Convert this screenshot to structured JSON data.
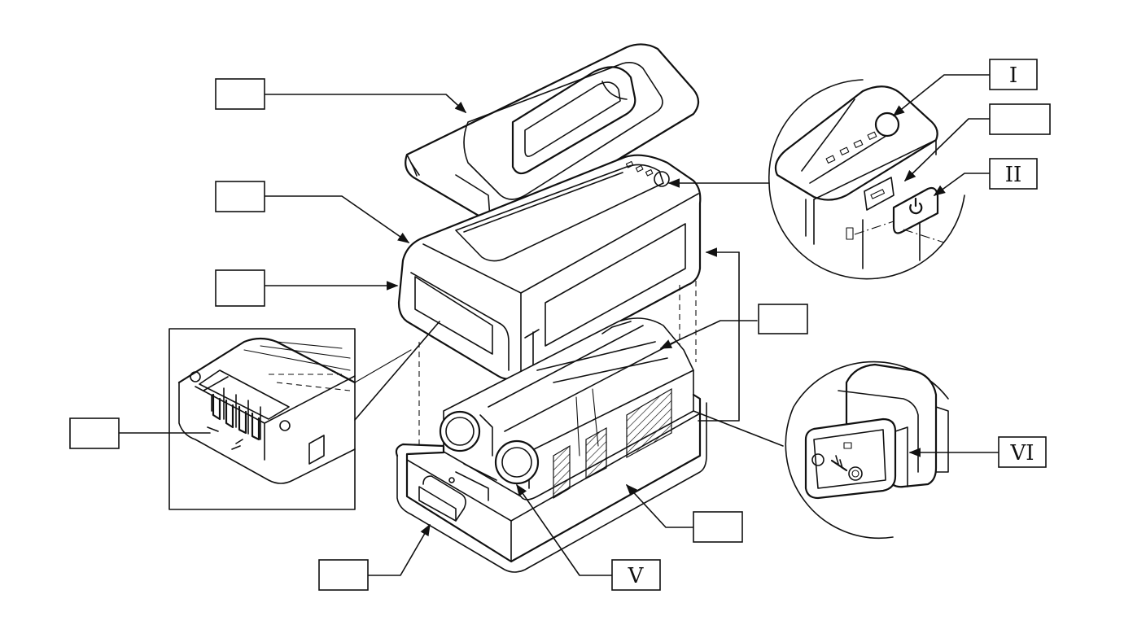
{
  "labels": {
    "button": "I",
    "power_cap": "II",
    "cell_terminal": "V",
    "connector": "VI"
  },
  "colors": {
    "ink": "#111111",
    "paper": "#ffffff"
  }
}
